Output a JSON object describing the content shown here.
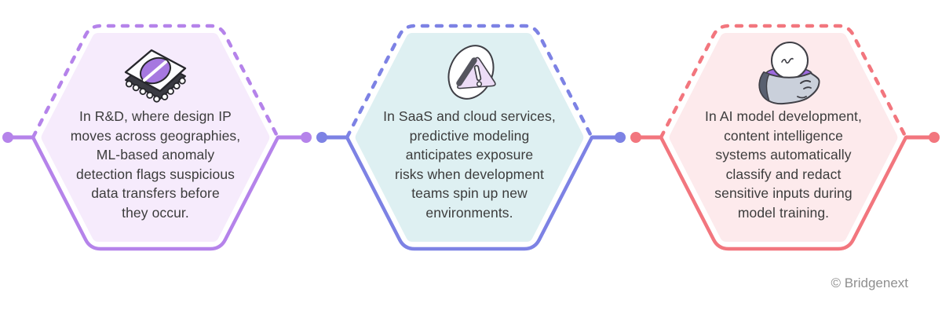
{
  "cards": [
    {
      "name": "rnd",
      "icon": "chip-icon",
      "text": "In R&D, where design IP\nmoves across geographies,\nML-based anomaly\ndetection flags suspicious\ndata transfers before\nthey occur.",
      "border_color": "#b583ea",
      "fill_color": "#f6ebfc",
      "icon_accent": "#a678e0"
    },
    {
      "name": "saas",
      "icon": "warning-icon",
      "text": "In SaaS and cloud services,\npredictive modeling\nanticipates exposure\nrisks when development\nteams spin up new\nenvironments.",
      "border_color": "#7d82e4",
      "fill_color": "#def0f2",
      "icon_accent": "#ecdcf6"
    },
    {
      "name": "ai",
      "icon": "ai-head-icon",
      "text": "In AI model development,\ncontent intelligence\nsystems automatically\nclassify and redact\nsensitive inputs during\nmodel training.",
      "border_color": "#f2767e",
      "fill_color": "#fdeaec",
      "icon_accent": "#9d6ae0"
    }
  ],
  "footer": {
    "copyright": "© Bridgenext"
  },
  "palette": {
    "text": "#3c3c3c",
    "copyright": "#8f8f8f",
    "background": "#ffffff"
  }
}
